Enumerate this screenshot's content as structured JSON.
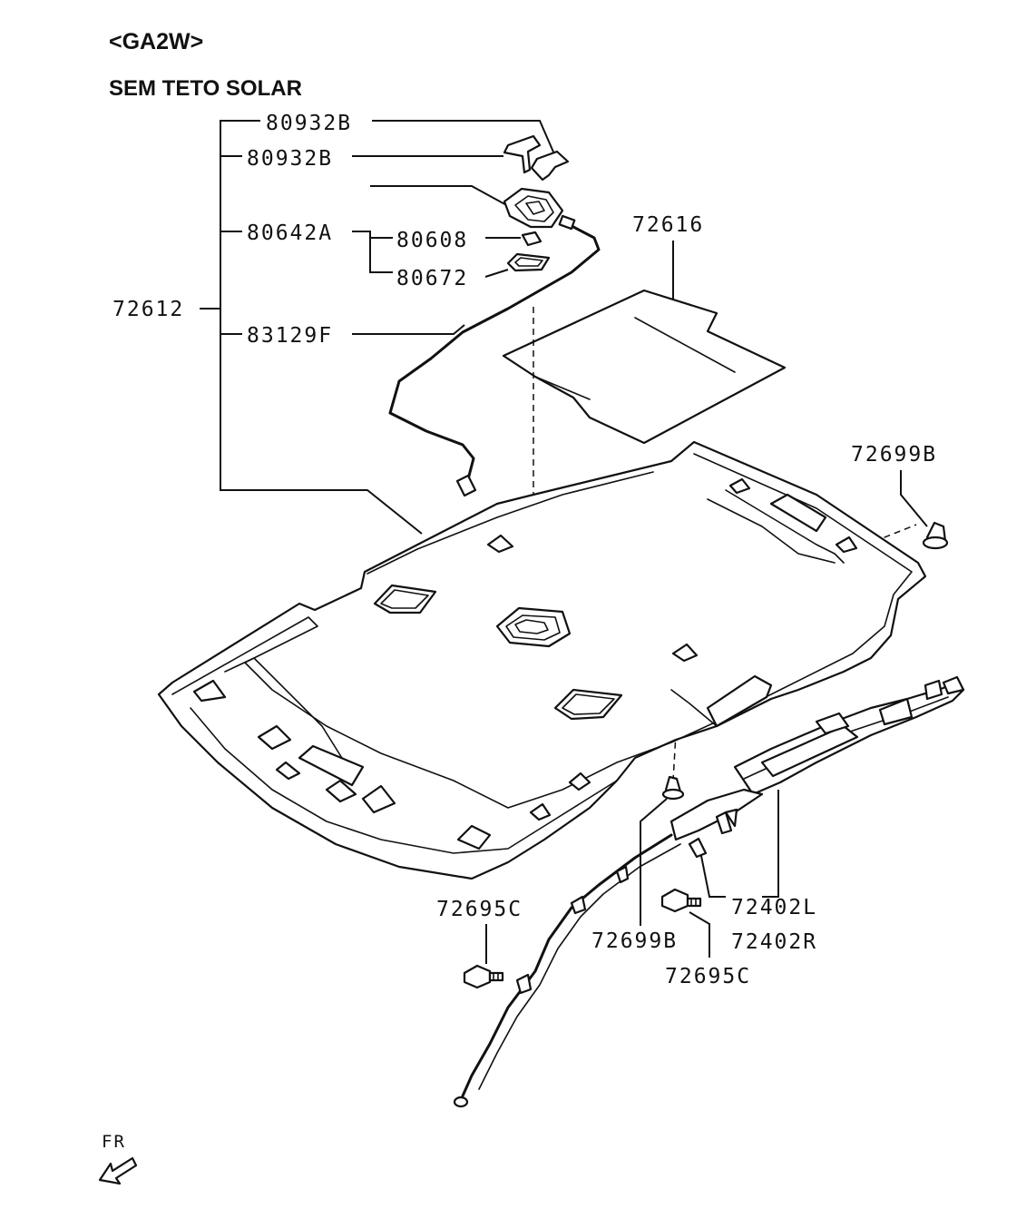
{
  "header": {
    "model": "<GA2W>",
    "variant": "SEM TETO SOLAR"
  },
  "labels": {
    "assembly": "72612",
    "bracket_upper": "80932B",
    "bracket_lower": "80932B",
    "room_lamp": "80642A",
    "bulb": "80608",
    "lens": "80672",
    "harness": "83129F",
    "pad": "72616",
    "clip_right": "72699B",
    "clip_lower": "72699B",
    "screw_left": "72695C",
    "screw_right": "72695C",
    "garnish_left": "72402L",
    "garnish_right": "72402R"
  },
  "direction": {
    "label": "FR"
  },
  "colors": {
    "line": "#111111",
    "background": "#ffffff"
  }
}
